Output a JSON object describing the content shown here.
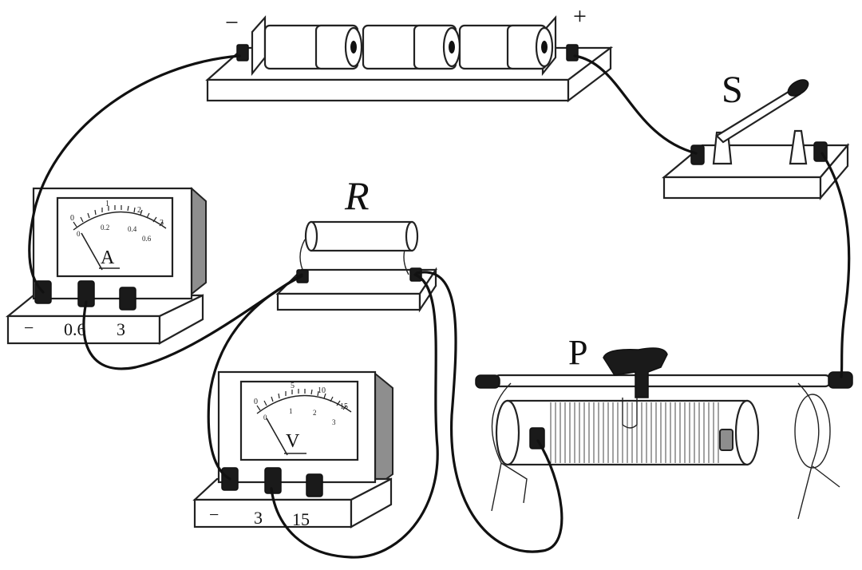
{
  "labels": {
    "battery_minus": "−",
    "battery_plus": "+",
    "switch": "S",
    "resistor": "R",
    "slider": "P"
  },
  "ammeter": {
    "symbol": "A",
    "terminals": [
      "−",
      "0.6",
      "3"
    ],
    "scale_top": [
      "0",
      "1",
      "2",
      "3"
    ],
    "scale_bottom": [
      "0",
      "0.2",
      "0.4",
      "0.6"
    ]
  },
  "voltmeter": {
    "symbol": "V",
    "terminals": [
      "−",
      "3",
      "15"
    ],
    "scale_top": [
      "0",
      "5",
      "10",
      "15"
    ],
    "scale_bottom": [
      "0",
      "1",
      "2",
      "3"
    ]
  }
}
